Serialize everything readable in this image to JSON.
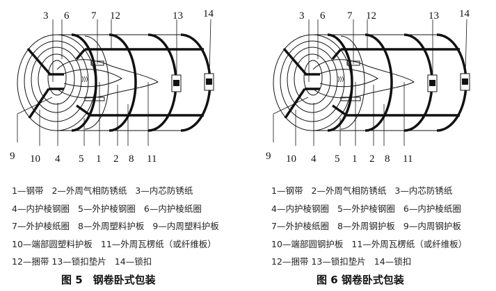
{
  "figures": [
    {
      "labels": {
        "l3": "3",
        "l6": "6",
        "l7": "7",
        "l12": "12",
        "l13": "13",
        "l14": "14",
        "l9": "9",
        "l10": "10",
        "l4": "4",
        "l5": "5",
        "l1": "1",
        "l2": "2",
        "l8": "8",
        "l11": "11"
      },
      "legend": [
        [
          "1—钢带",
          "2—外周气相防锈纸",
          "3—内芯防锈纸"
        ],
        [
          "4—内护棱钢圈",
          "5—外护棱钢圈",
          "6—内护棱纸圈"
        ],
        [
          "7—外护棱纸圈",
          "8—外周塑料护板",
          "9—内周塑料护板"
        ],
        [
          "10—端部圆塑料护板",
          "11—外周瓦楞纸（或纤维板）"
        ],
        [
          "12—捆带 13—锁扣垫片",
          "14—锁扣"
        ]
      ],
      "caption": "图 5　钢卷卧式包装"
    },
    {
      "labels": {
        "l3": "3",
        "l6": "6",
        "l7": "7",
        "l12": "12",
        "l13": "13",
        "l14": "14",
        "l9": "9",
        "l10": "10",
        "l4": "4",
        "l5": "5",
        "l1": "1",
        "l2": "2",
        "l8": "8",
        "l11": "11"
      },
      "legend": [
        [
          "1—钢带",
          "2—外周气相防锈纸",
          "3—内芯防锈纸"
        ],
        [
          "4—内护棱钢圈",
          "5—外护棱钢圈",
          "6—内护棱纸圈"
        ],
        [
          "7—外护棱纸圈",
          "8—外周钢护板",
          "9—内周钢护板"
        ],
        [
          "10—端部圆钢护板",
          "11—外周瓦楞纸（或纤维板）"
        ],
        [
          "12—捆带 13—锁扣垫片",
          "14—锁扣"
        ]
      ],
      "caption": "图 6 钢卷卧式包装"
    }
  ]
}
